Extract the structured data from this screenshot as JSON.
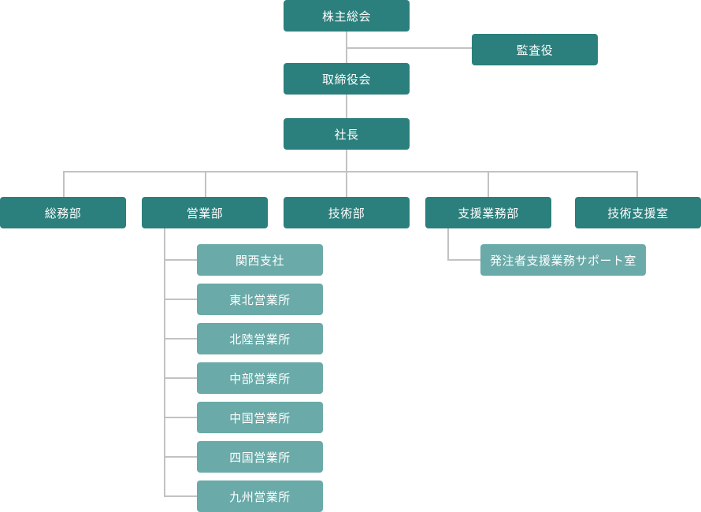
{
  "org": {
    "shareholders": "株主総会",
    "auditor": "監査役",
    "board": "取締役会",
    "president": "社長",
    "departments": [
      "総務部",
      "営業部",
      "技術部",
      "支援業務部",
      "技術支援室"
    ],
    "sales_branches": [
      "関西支社",
      "東北営業所",
      "北陸営業所",
      "中部営業所",
      "中国営業所",
      "四国営業所",
      "九州営業所"
    ],
    "support_sub": "発注者支援業務サポート室"
  },
  "colors": {
    "primary": "#2b7f7c",
    "secondary": "#6aaaa8",
    "connector": "#c2c2c2"
  }
}
